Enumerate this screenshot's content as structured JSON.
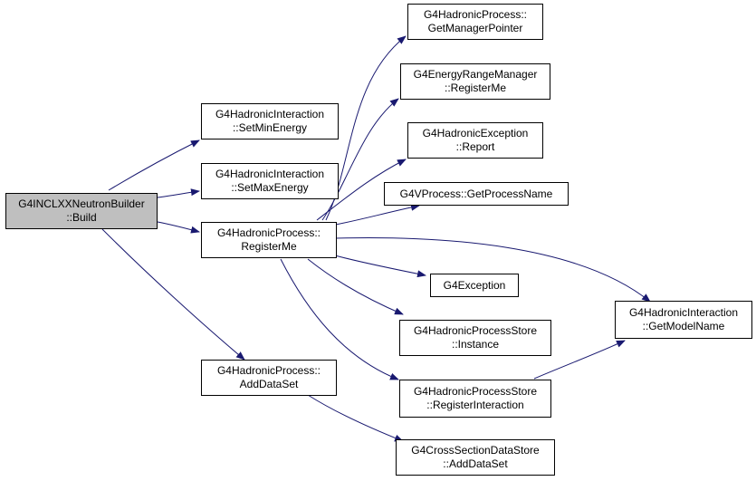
{
  "graph": {
    "colors": {
      "edge": "#191970",
      "root_fill": "#bfbfbf",
      "node_fill": "#ffffff",
      "border": "#000000"
    },
    "nodes": {
      "root": [
        "G4INCLXXNeutronBuilder",
        "::Build"
      ],
      "setmin": [
        "G4HadronicInteraction",
        "::SetMinEnergy"
      ],
      "setmax": [
        "G4HadronicInteraction",
        "::SetMaxEnergy"
      ],
      "registerme": [
        "G4HadronicProcess::",
        "RegisterMe"
      ],
      "adddataset": [
        "G4HadronicProcess::",
        "AddDataSet"
      ],
      "getmgr": [
        "G4HadronicProcess::",
        "GetManagerPointer"
      ],
      "erm": [
        "G4EnergyRangeManager",
        "::RegisterMe"
      ],
      "report": [
        "G4HadronicException",
        "::Report"
      ],
      "procname": [
        "G4VProcess::GetProcessName"
      ],
      "exception": [
        "G4Exception"
      ],
      "instance": [
        "G4HadronicProcessStore",
        "::Instance"
      ],
      "reginter": [
        "G4HadronicProcessStore",
        "::RegisterInteraction"
      ],
      "csds": [
        "G4CrossSectionDataStore",
        "::AddDataSet"
      ],
      "modelname": [
        "G4HadronicInteraction",
        "::GetModelName"
      ]
    }
  }
}
